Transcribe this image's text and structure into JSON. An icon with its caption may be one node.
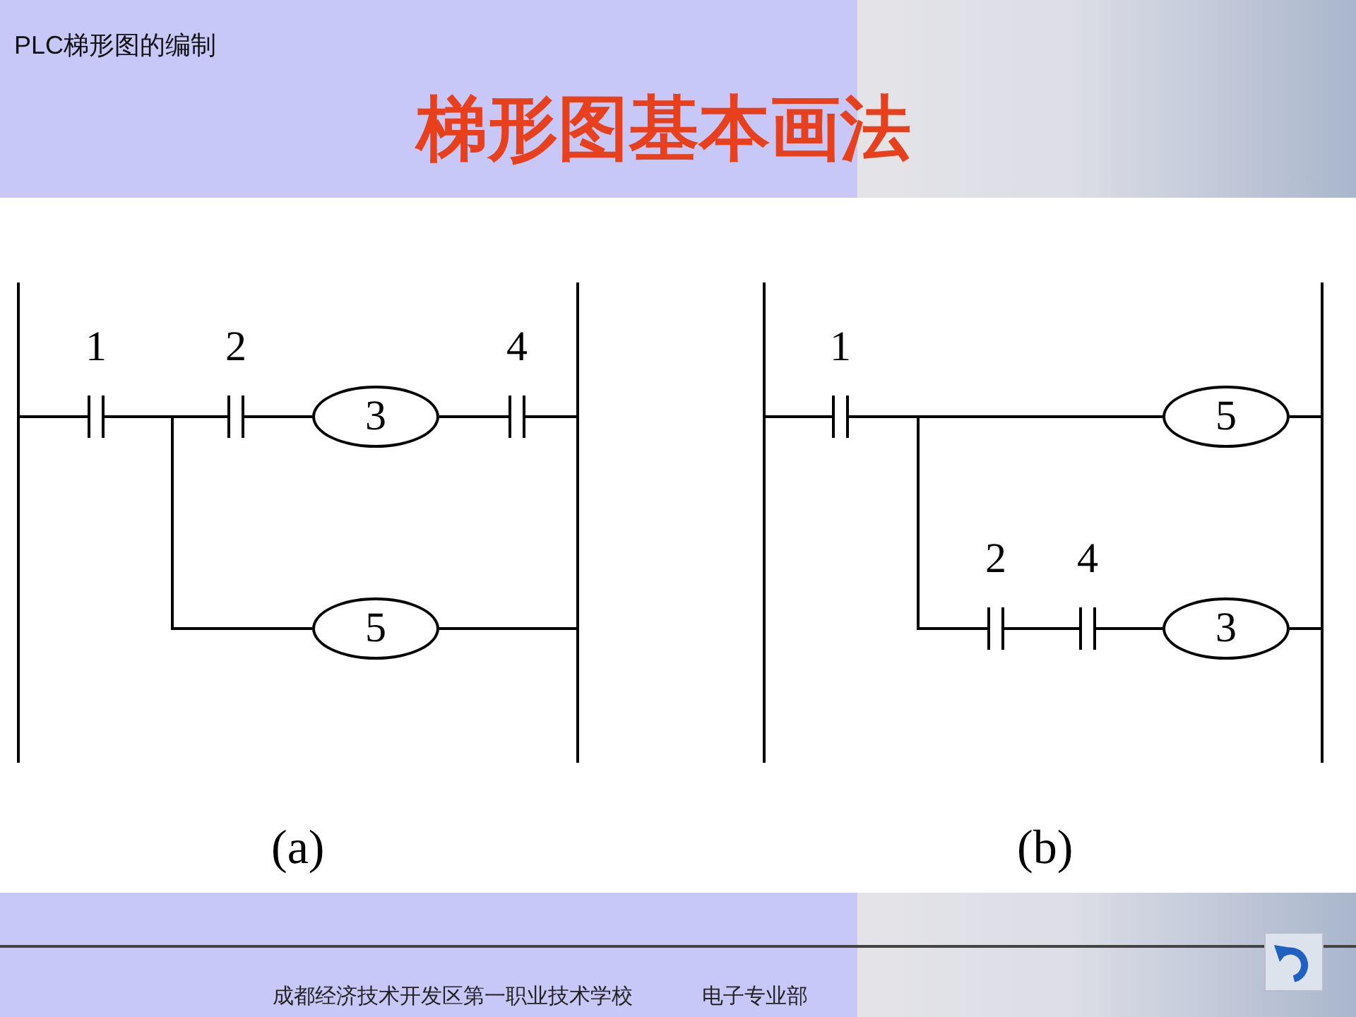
{
  "diagram": {
    "title": "梯形图基本画法",
    "nodes": [
      {
        "text": [],
        "shape": "bar"
      },
      {
        "text": [
          "1"
        ]
      },
      {
        "text": [
          "2"
        ]
      },
      {
        "text": [
          "3"
        ]
      },
      {
        "text": [
          "4"
        ]
      },
      {
        "text": [
          "5"
        ]
      },
      {
        "text": [],
        "shape": "bar"
      },
      {
        "text": [],
        "shape": "bar"
      },
      {
        "text": [
          "1"
        ]
      },
      {
        "text": [
          "5"
        ]
      },
      {
        "text": [
          "2"
        ]
      },
      {
        "text": [
          "4"
        ]
      },
      {
        "text": [
          "3"
        ]
      },
      {
        "text": [],
        "shape": "bar"
      }
    ],
    "edges": [
      {
        "from": 0,
        "to": 1,
        "arrow": "none"
      },
      {
        "from": 1,
        "to": 2,
        "arrow": "none"
      },
      {
        "from": 1,
        "to": 5,
        "arrow": "none"
      },
      {
        "from": 2,
        "to": 3,
        "arrow": "none"
      },
      {
        "from": 3,
        "to": 4,
        "arrow": "none"
      },
      {
        "from": 4,
        "to": 6,
        "arrow": "none"
      },
      {
        "from": 5,
        "to": 6,
        "arrow": "none"
      },
      {
        "from": 7,
        "to": 8,
        "arrow": "none"
      },
      {
        "from": 8,
        "to": 9,
        "arrow": "none"
      },
      {
        "from": 8,
        "to": 10,
        "arrow": "none"
      },
      {
        "from": 10,
        "to": 11,
        "arrow": "none"
      },
      {
        "from": 11,
        "to": 12,
        "arrow": "none"
      },
      {
        "from": 9,
        "to": 13,
        "arrow": "none"
      },
      {
        "from": 12,
        "to": 13,
        "arrow": "none"
      }
    ],
    "labels": [
      "PLC梯形图的编制",
      "(a)",
      "(b)",
      "成都经济技术开发区第一职业技术学校",
      "电子专业部"
    ]
  }
}
